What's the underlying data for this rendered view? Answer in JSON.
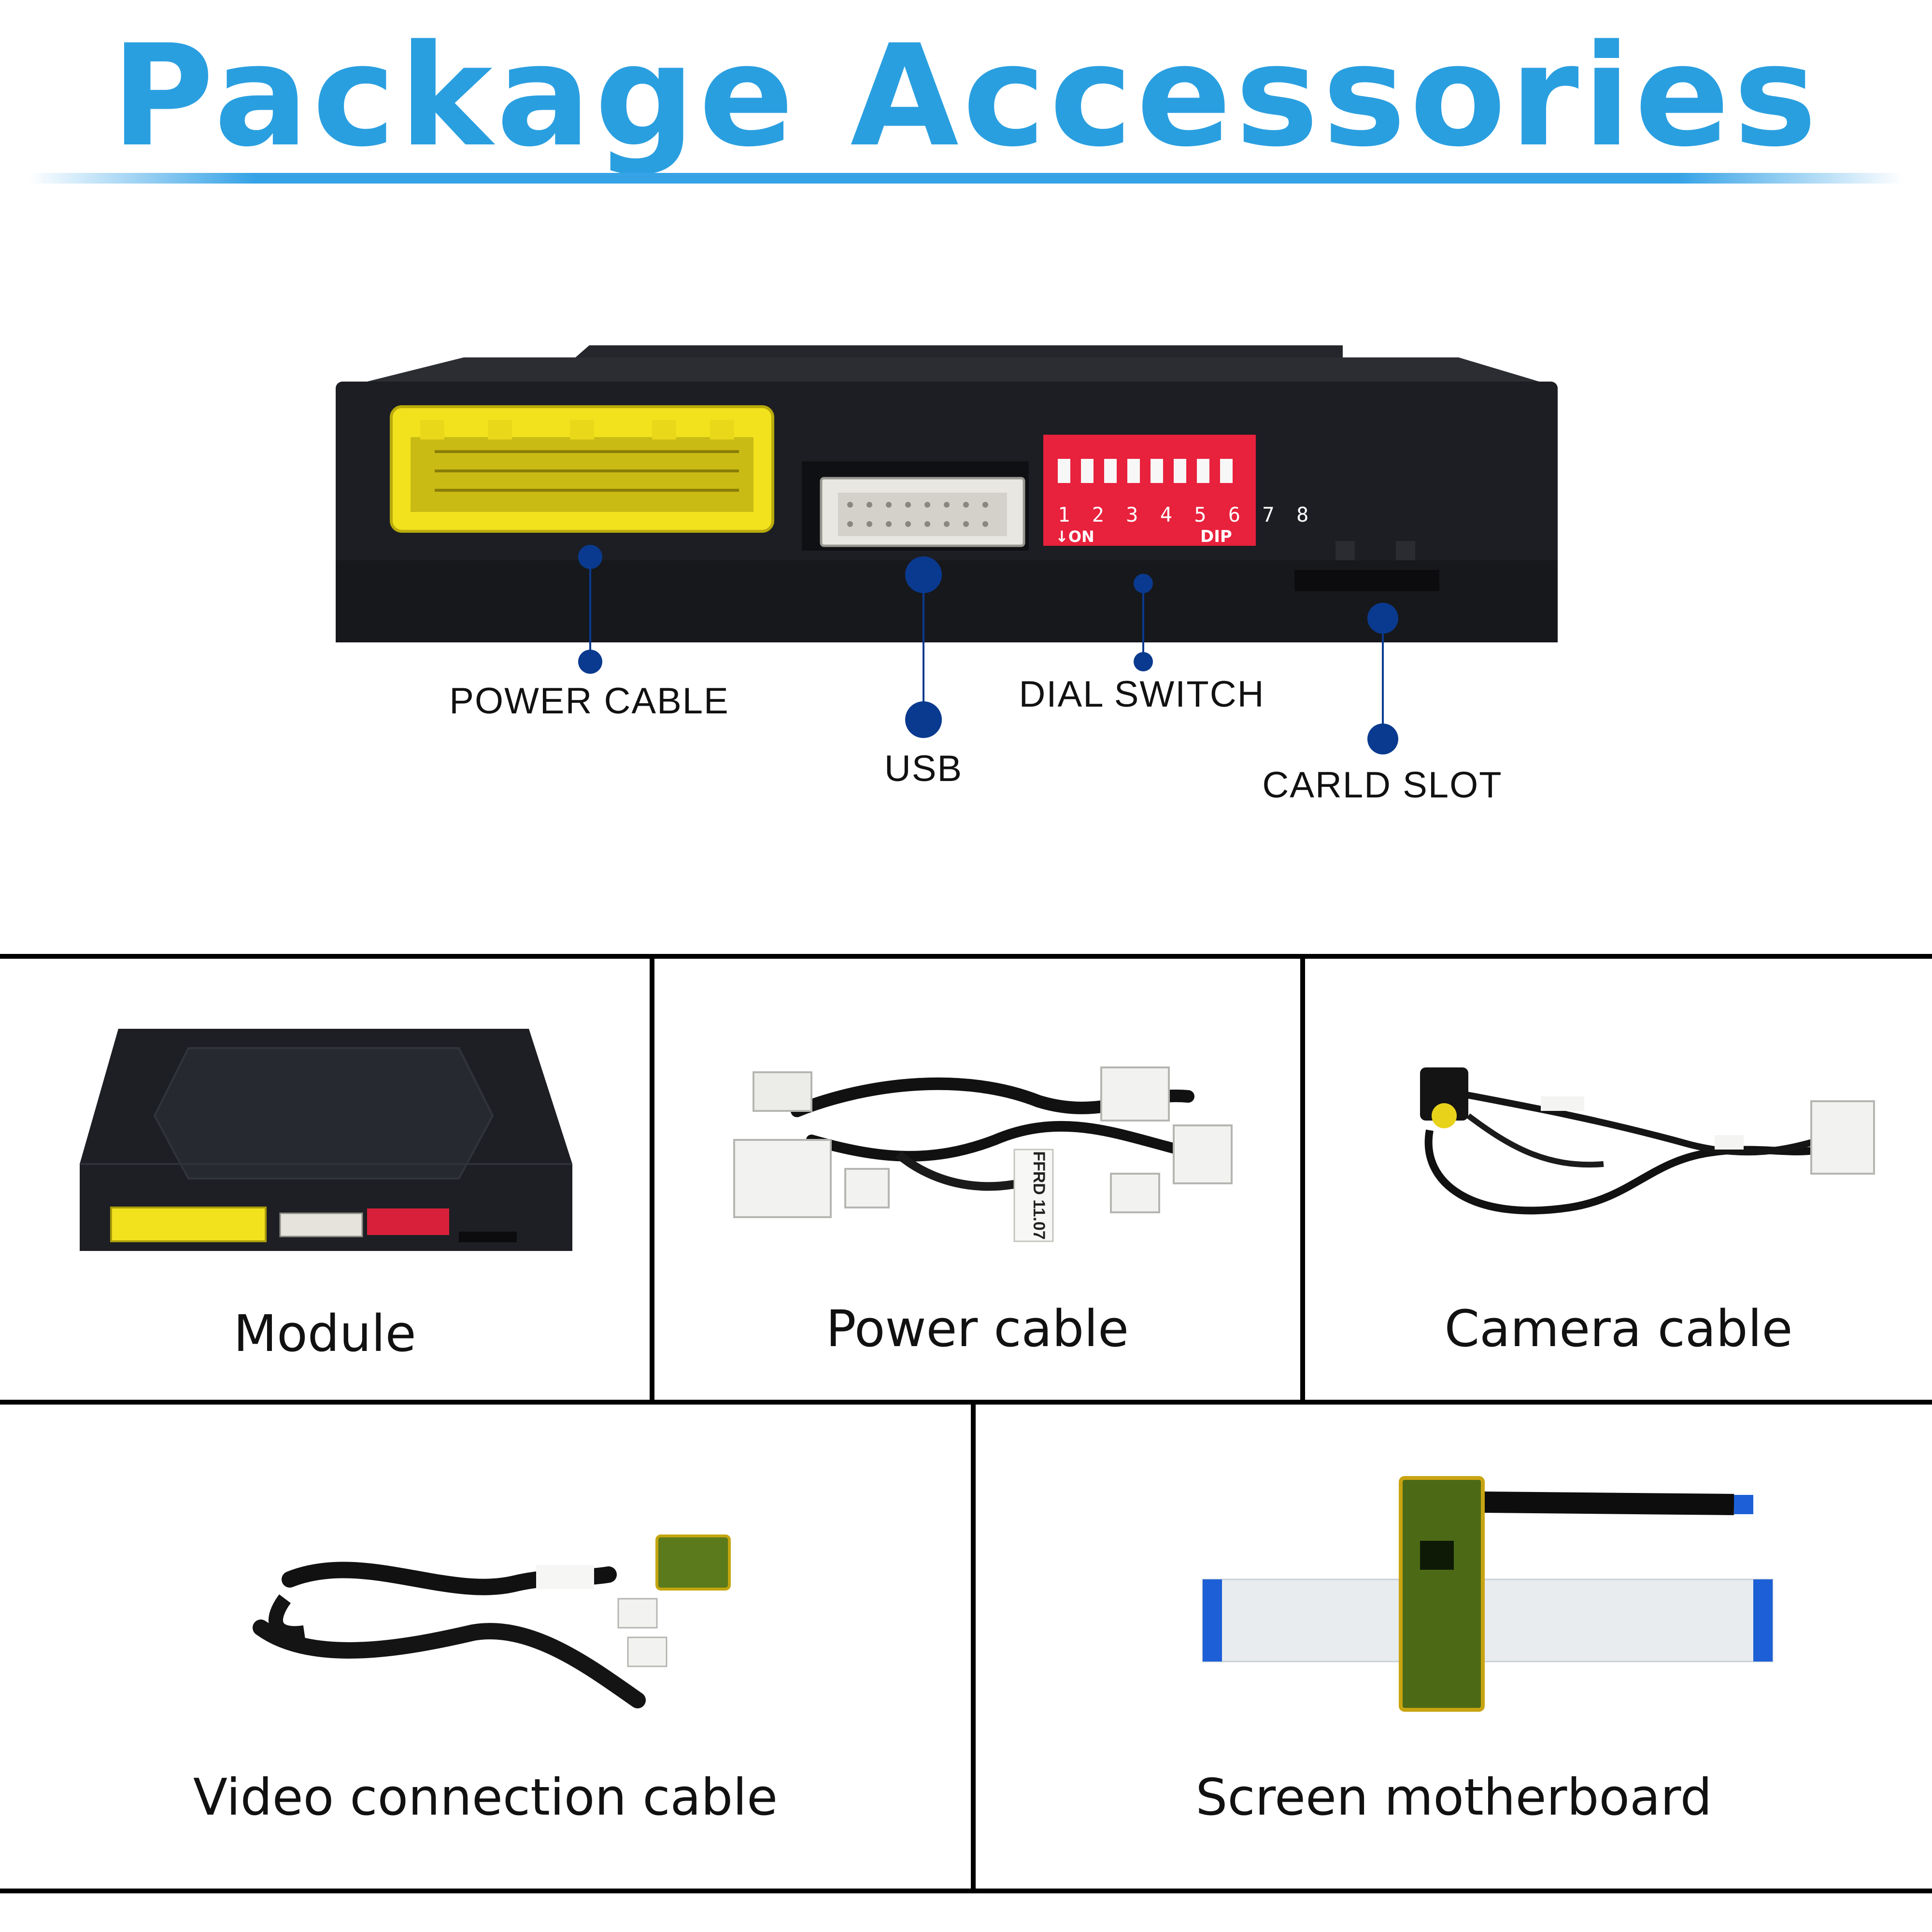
{
  "header": {
    "title": "Package Accessories"
  },
  "callouts": {
    "power_cable": "POWER CABLE",
    "usb": "USB",
    "dial_switch": "DIAL SWITCH",
    "card_slot": "CARLD SLOT"
  },
  "dip_switch": {
    "numbers": [
      "1",
      "2",
      "3",
      "4",
      "5",
      "6",
      "7",
      "8"
    ],
    "on_label": "↓ON",
    "dip_label": "DIP"
  },
  "items": [
    {
      "label": "Module"
    },
    {
      "label": "Power cable"
    },
    {
      "label": "Camera cable"
    },
    {
      "label": "Video connection cable"
    },
    {
      "label": "Screen motherboard"
    }
  ],
  "power_cable_tag": "FFRD 11.07",
  "colors": {
    "title": "#2a9fe0",
    "callout_dot": "#0a3a8f",
    "module_body": "#1b1d22",
    "connector_yellow": "#f2e21e",
    "dip_red": "#e8213c"
  }
}
